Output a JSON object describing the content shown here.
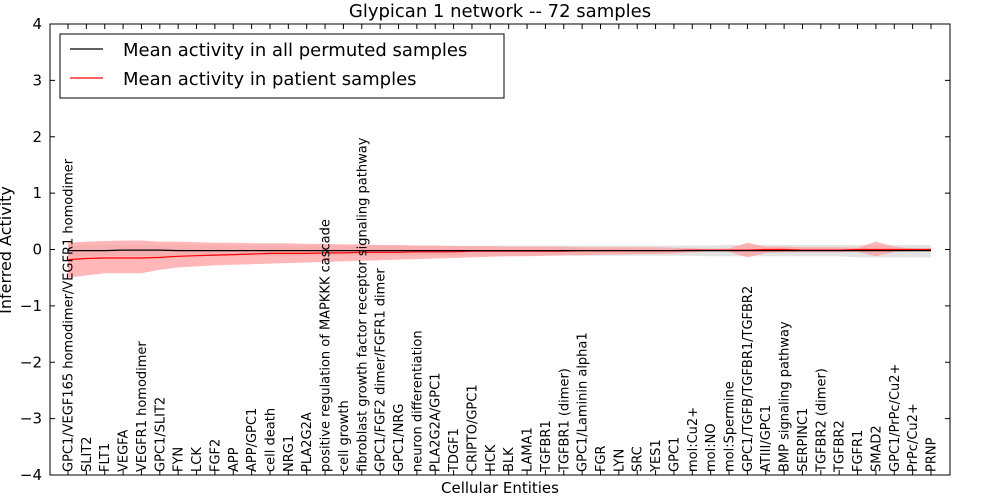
{
  "chart_data": {
    "type": "line",
    "title": "Glypican 1 network -- 72 samples",
    "xlabel": "Cellular Entities",
    "ylabel": "Inferred Activity",
    "ylim": [
      -4,
      4
    ],
    "yticks": [
      "−4",
      "−3",
      "−2",
      "−1",
      "0",
      "1",
      "2",
      "3",
      "4"
    ],
    "ytick_values": [
      -4,
      -3,
      -2,
      -1,
      0,
      1,
      2,
      3,
      4
    ],
    "grid": false,
    "legend_position": "top-left",
    "categories": [
      "GPC1/VEGF165 homodimer/VEGFR1 homodimer",
      "SLIT2",
      "FLT1",
      "VEGFA",
      "VEGFR1 homodimer",
      "GPC1/SLIT2",
      "FYN",
      "LCK",
      "FGF2",
      "APP",
      "APP/GPC1",
      "cell death",
      "NRG1",
      "PLA2G2A",
      "positive regulation of MAPKKK cascade",
      "cell growth",
      "fibroblast growth factor receptor signaling pathway",
      "GPC1/FGF2 dimer/FGFR1 dimer",
      "GPC1/NRG",
      "neuron differentiation",
      "PLA2G2A/GPC1",
      "TDGF1",
      "CRIPTO/GPC1",
      "HCK",
      "BLK",
      "LAMA1",
      "TGFBR1",
      "TGFBR1 (dimer)",
      "GPC1/Laminin alpha1",
      "FGR",
      "LYN",
      "SRC",
      "YES1",
      "GPC1",
      "mol:Cu2+",
      "mol:NO",
      "mol:Spermine",
      "GPC1/TGFB/TGFBR1/TGFBR2",
      "ATIII/GPC1",
      "BMP signaling pathway",
      "SERPINC1",
      "TGFBR2 (dimer)",
      "TGFBR2",
      "FGFR1",
      "SMAD2",
      "GPC1/PrPc/Cu2+",
      "PrPc/Cu2+",
      "PRNP"
    ],
    "series": [
      {
        "name": "Mean activity in all permuted samples",
        "color": "#000000",
        "band_color": "#cccccc",
        "values": [
          -0.02,
          -0.02,
          -0.02,
          -0.01,
          -0.01,
          -0.01,
          -0.02,
          -0.02,
          -0.02,
          -0.02,
          -0.02,
          -0.02,
          -0.02,
          -0.02,
          -0.02,
          -0.02,
          -0.02,
          -0.02,
          -0.02,
          -0.02,
          -0.02,
          -0.02,
          -0.02,
          -0.02,
          -0.02,
          -0.02,
          -0.02,
          -0.02,
          -0.02,
          -0.02,
          -0.02,
          -0.02,
          -0.02,
          -0.02,
          -0.02,
          -0.02,
          -0.02,
          -0.02,
          -0.02,
          -0.02,
          -0.02,
          -0.02,
          -0.02,
          -0.02,
          -0.02,
          -0.02,
          -0.02,
          -0.02
        ],
        "band_upper": [
          0.08,
          0.08,
          0.08,
          0.08,
          0.08,
          0.08,
          0.08,
          0.08,
          0.08,
          0.07,
          0.07,
          0.07,
          0.07,
          0.07,
          0.07,
          0.07,
          0.07,
          0.07,
          0.07,
          0.07,
          0.07,
          0.07,
          0.07,
          0.07,
          0.07,
          0.07,
          0.07,
          0.07,
          0.07,
          0.07,
          0.07,
          0.07,
          0.07,
          0.07,
          0.07,
          0.07,
          0.08,
          0.08,
          0.08,
          0.08,
          0.08,
          0.08,
          0.08,
          0.08,
          0.08,
          0.08,
          0.08,
          0.08
        ],
        "band_lower": [
          -0.12,
          -0.12,
          -0.12,
          -0.12,
          -0.12,
          -0.12,
          -0.12,
          -0.12,
          -0.12,
          -0.11,
          -0.11,
          -0.11,
          -0.11,
          -0.11,
          -0.11,
          -0.11,
          -0.11,
          -0.11,
          -0.11,
          -0.11,
          -0.11,
          -0.11,
          -0.11,
          -0.11,
          -0.11,
          -0.11,
          -0.11,
          -0.11,
          -0.11,
          -0.11,
          -0.11,
          -0.11,
          -0.11,
          -0.11,
          -0.11,
          -0.12,
          -0.12,
          -0.12,
          -0.12,
          -0.12,
          -0.12,
          -0.12,
          -0.12,
          -0.14,
          -0.14,
          -0.14,
          -0.14,
          -0.14
        ]
      },
      {
        "name": "Mean activity in patient samples",
        "color": "#ff0000",
        "band_color": "#ff9999",
        "values": [
          -0.18,
          -0.16,
          -0.15,
          -0.15,
          -0.15,
          -0.14,
          -0.12,
          -0.11,
          -0.1,
          -0.09,
          -0.08,
          -0.07,
          -0.07,
          -0.07,
          -0.06,
          -0.06,
          -0.05,
          -0.05,
          -0.05,
          -0.04,
          -0.04,
          -0.04,
          -0.03,
          -0.03,
          -0.03,
          -0.03,
          -0.03,
          -0.03,
          -0.02,
          -0.02,
          -0.02,
          -0.02,
          -0.02,
          -0.02,
          -0.01,
          -0.01,
          -0.01,
          -0.01,
          0.0,
          0.0,
          -0.01,
          -0.01,
          -0.01,
          0.0,
          0.0,
          0.0,
          0.0,
          0.0
        ],
        "band_upper": [
          0.12,
          0.14,
          0.15,
          0.16,
          0.16,
          0.14,
          0.14,
          0.13,
          0.12,
          0.12,
          0.11,
          0.11,
          0.11,
          0.1,
          0.1,
          0.09,
          0.09,
          0.08,
          0.08,
          0.07,
          0.07,
          0.06,
          0.06,
          0.06,
          0.05,
          0.05,
          0.05,
          0.05,
          0.04,
          0.04,
          0.04,
          0.04,
          0.04,
          0.03,
          0.02,
          0.01,
          0.02,
          0.12,
          0.05,
          0.05,
          0.04,
          0.04,
          0.04,
          0.03,
          0.14,
          0.05,
          0.02,
          0.02
        ],
        "band_lower": [
          -0.5,
          -0.46,
          -0.42,
          -0.42,
          -0.42,
          -0.36,
          -0.32,
          -0.3,
          -0.28,
          -0.27,
          -0.26,
          -0.25,
          -0.24,
          -0.23,
          -0.22,
          -0.21,
          -0.2,
          -0.19,
          -0.18,
          -0.17,
          -0.16,
          -0.15,
          -0.14,
          -0.13,
          -0.12,
          -0.12,
          -0.11,
          -0.1,
          -0.1,
          -0.09,
          -0.09,
          -0.08,
          -0.08,
          -0.07,
          -0.05,
          -0.03,
          -0.04,
          -0.14,
          -0.06,
          -0.05,
          -0.05,
          -0.05,
          -0.05,
          -0.04,
          -0.12,
          -0.04,
          -0.02,
          -0.02
        ]
      }
    ]
  }
}
